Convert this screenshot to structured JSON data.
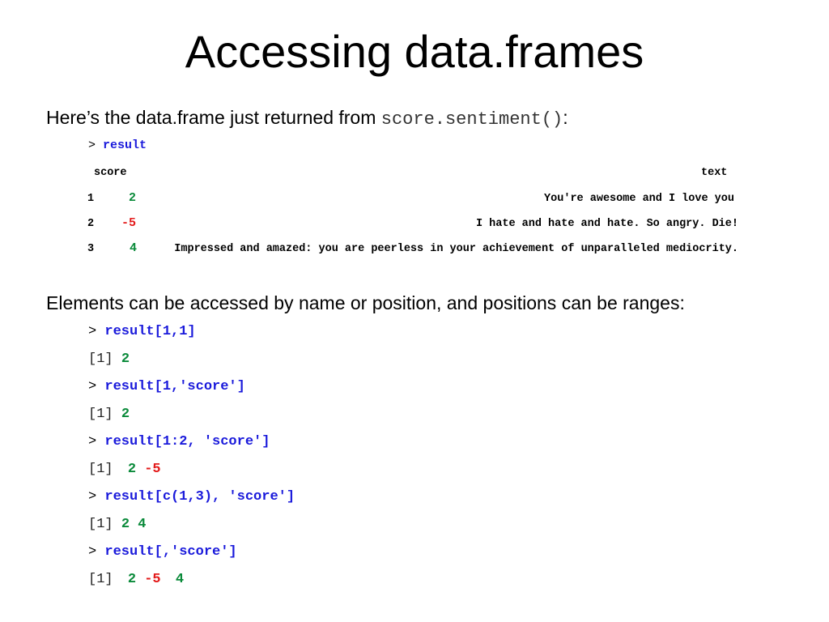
{
  "slide": {
    "title": "Accessing data.frames",
    "intro": {
      "text": "Here’s the data.frame just returned from ",
      "code": "score.sentiment()",
      "suffix": ":"
    },
    "first_block": {
      "prompt": ">",
      "command": "result",
      "header": {
        "score": "score",
        "text": "text"
      },
      "rows": [
        {
          "index": "1",
          "score": "2",
          "text": "You're awesome and I love you"
        },
        {
          "index": "2",
          "score": "-5",
          "text": "I hate and hate and hate. So angry. Die!"
        },
        {
          "index": "3",
          "score": "4",
          "text": "Impressed and amazed: you are peerless in your achievement of unparalleled mediocrity."
        }
      ]
    },
    "second_intro": "Elements can be accessed by name or position, and positions can be ranges:",
    "examples": [
      {
        "prompt": ">",
        "command": "result[1,1]",
        "out_index": "[1]",
        "out_values": [
          "2"
        ]
      },
      {
        "prompt": ">",
        "command": "result[1,'score']",
        "out_index": "[1]",
        "out_values": [
          "2"
        ]
      },
      {
        "prompt": ">",
        "command": "result[1:2, 'score']",
        "out_index": "[1]",
        "out_values": [
          "2",
          "-5"
        ]
      },
      {
        "prompt": ">",
        "command": "result[c(1,3), 'score']",
        "out_index": "[1]",
        "out_values": [
          "2",
          "4"
        ]
      },
      {
        "prompt": ">",
        "command": "result[,'score']",
        "out_index": "[1]",
        "out_values": [
          "2",
          "-5",
          "4"
        ]
      }
    ]
  },
  "colors": {
    "command": "#1a1adb",
    "positive": "#0a8a3a",
    "negative": "#e31b1b"
  }
}
